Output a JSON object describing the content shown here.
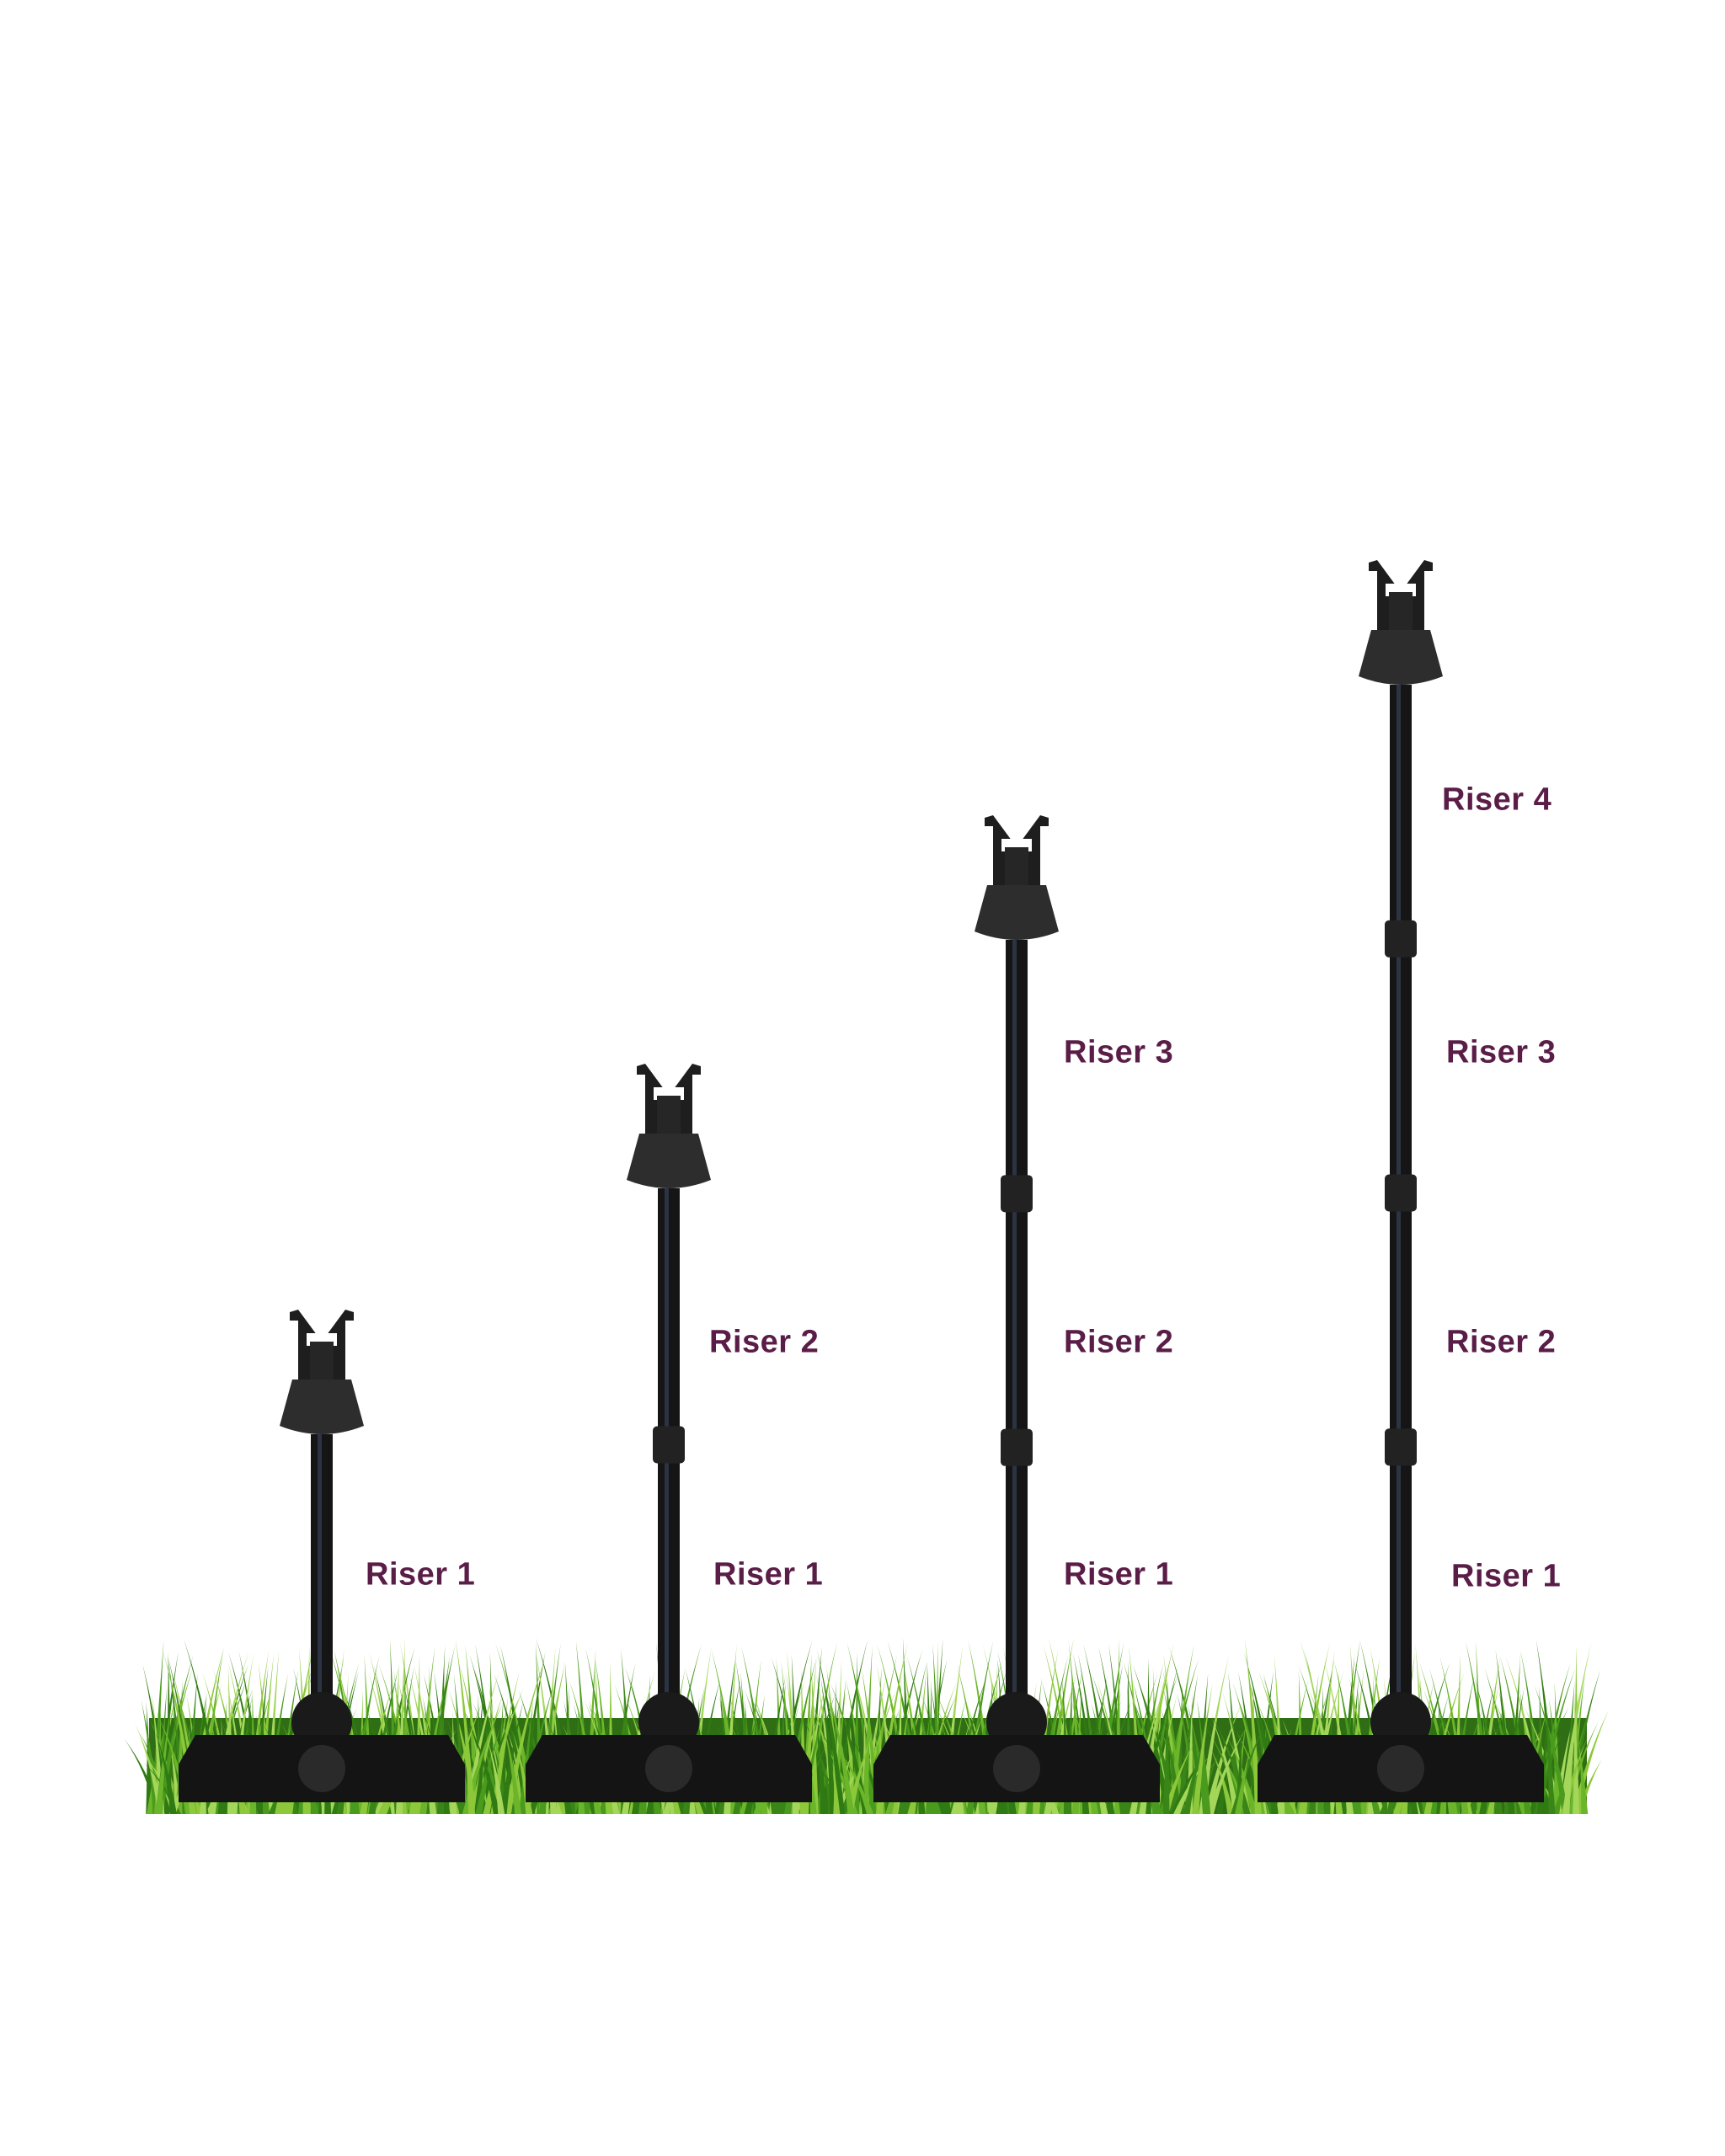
{
  "colors": {
    "label": "#5a1d47",
    "grass": "#3f8a1c",
    "sprinkler": "#1b1b1b"
  },
  "columns": [
    {
      "labels": [
        "Riser 1"
      ]
    },
    {
      "labels": [
        "Riser 2",
        "Riser 1"
      ]
    },
    {
      "labels": [
        "Riser 3",
        "Riser 2",
        "Riser 1"
      ]
    },
    {
      "labels": [
        "Riser 4",
        "Riser 3",
        "Riser 2",
        "Riser 1"
      ]
    }
  ]
}
